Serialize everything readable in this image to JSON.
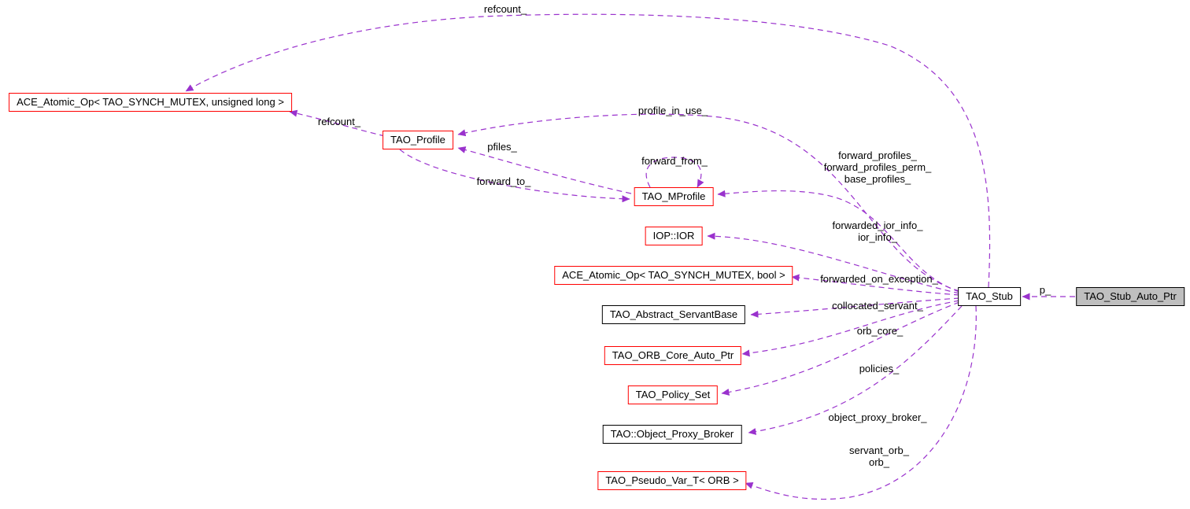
{
  "nodes": {
    "ace_atomic_ulong": {
      "label": "ACE_Atomic_Op< TAO_SYNCH_MUTEX, unsigned long >"
    },
    "tao_profile": {
      "label": "TAO_Profile"
    },
    "tao_mprofile": {
      "label": "TAO_MProfile"
    },
    "iop_ior": {
      "label": "IOP::IOR"
    },
    "ace_atomic_bool": {
      "label": "ACE_Atomic_Op< TAO_SYNCH_MUTEX, bool >"
    },
    "tao_abstract_servantbase": {
      "label": "TAO_Abstract_ServantBase"
    },
    "tao_orb_core_auto_ptr": {
      "label": "TAO_ORB_Core_Auto_Ptr"
    },
    "tao_policy_set": {
      "label": "TAO_Policy_Set"
    },
    "tao_object_proxy_broker": {
      "label": "TAO::Object_Proxy_Broker"
    },
    "tao_pseudo_var_t_orb": {
      "label": "TAO_Pseudo_Var_T< ORB >"
    },
    "tao_stub": {
      "label": "TAO_Stub"
    },
    "tao_stub_auto_ptr": {
      "label": "TAO_Stub_Auto_Ptr"
    }
  },
  "edge_labels": {
    "refcount_top": "refcount_",
    "refcount_profile": "refcount_",
    "profile_in_use": "profile_in_use_",
    "pfiles": "pfiles_",
    "forward_from": "forward_from_",
    "forward_to": "forward_to_",
    "forward_profiles": "forward_profiles_\nforward_profiles_perm_\nbase_profiles_",
    "forwarded_ior_info": "forwarded_ior_info_\nior_info_",
    "forwarded_on_exception": "forwarded_on_exception_",
    "collocated_servant": "collocated_servant_",
    "orb_core": "orb_core_",
    "policies": "policies_",
    "object_proxy_broker": "object_proxy_broker_",
    "servant_orb": "servant_orb_\norb_",
    "p": "p_"
  },
  "colors": {
    "edge": "#9a32cd",
    "red_border": "#ff0000",
    "black_border": "#000000",
    "main_node_fill": "#bfbfbf"
  }
}
